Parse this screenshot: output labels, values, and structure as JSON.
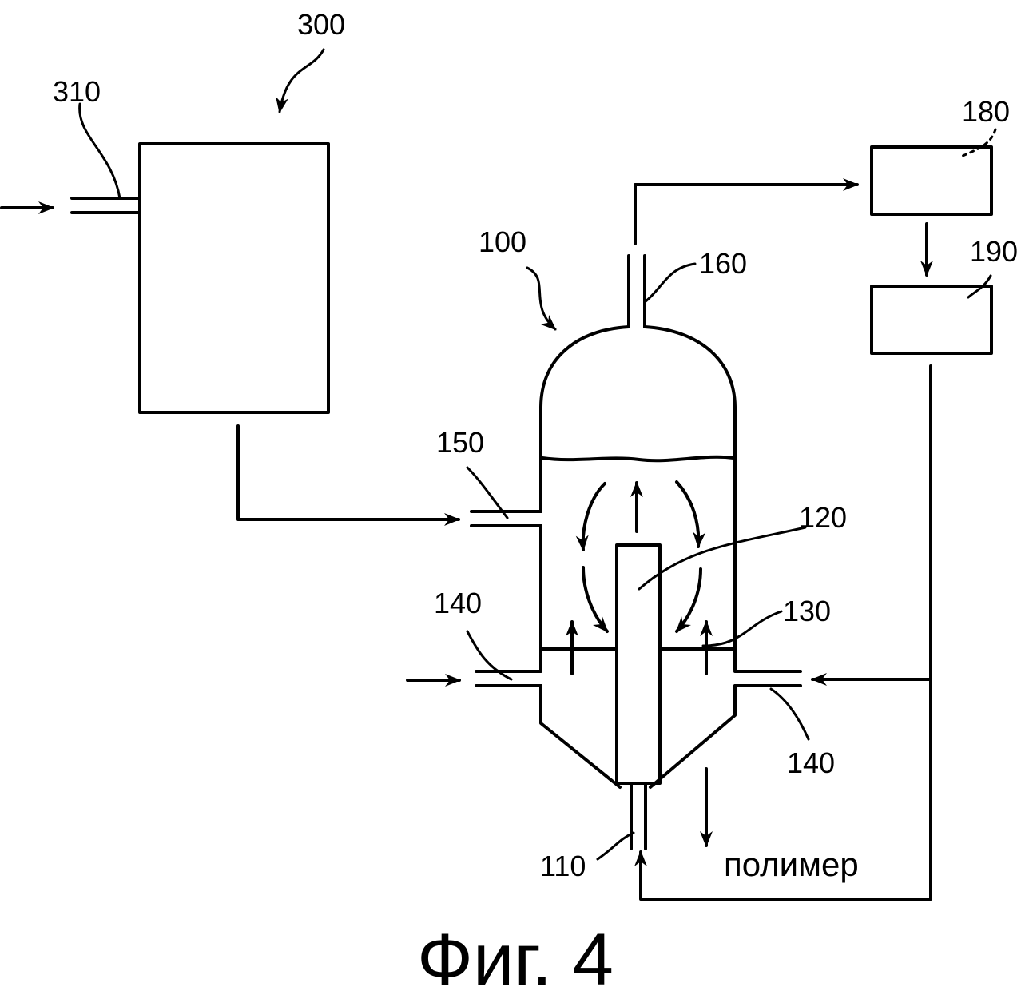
{
  "labels": {
    "n300": "300",
    "n310": "310",
    "n180": "180",
    "n190": "190",
    "n100": "100",
    "n160": "160",
    "n150": "150",
    "n120": "120",
    "n140_left": "140",
    "n130": "130",
    "n140_right": "140",
    "n110": "110",
    "polymer": "полимер"
  },
  "caption": "Фиг. 4"
}
